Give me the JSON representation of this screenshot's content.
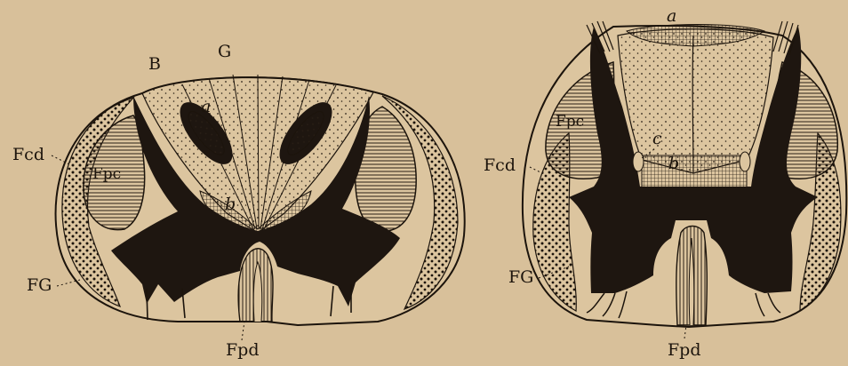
{
  "figure": {
    "left_section": {
      "labels": {
        "B": "B",
        "G": "G",
        "a": "a",
        "b": "b",
        "Fcd": "Fcd",
        "Fpc": "Fpc",
        "FG": "FG",
        "Fpd": "Fpd"
      }
    },
    "right_section": {
      "labels": {
        "a": "a",
        "b": "b",
        "c": "c",
        "Fcd": "Fcd",
        "Fpc": "Fpc",
        "FG": "FG",
        "Fpd": "Fpd"
      }
    },
    "colors": {
      "paper": "#d8c09a",
      "ink": "#1c140c",
      "grey_matter": "#1e1610"
    }
  }
}
